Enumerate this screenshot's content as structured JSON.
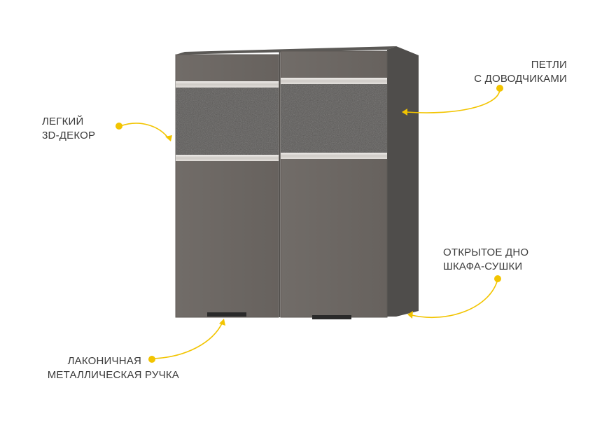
{
  "callouts": {
    "decor": {
      "lines": [
        "ЛЕГКИЙ",
        "3D-ДЕКОР"
      ]
    },
    "hinges": {
      "lines": [
        "ПЕТЛИ",
        "С ДОВОДЧИКАМИ"
      ]
    },
    "bottom": {
      "lines": [
        "ОТКРЫТОЕ ДНО",
        "ШКАФА-СУШКИ"
      ]
    },
    "handle": {
      "lines": [
        "ЛАКОНИЧНАЯ",
        "МЕТАЛЛИЧЕСКАЯ РУЧКА"
      ]
    }
  },
  "colors": {
    "accent": "#f2c400",
    "body_side": "#4f4d4b",
    "door": "#6d6864",
    "decor_panel": "#5a5856",
    "trim": "#d9d6d2",
    "handle": "#2a2a2a",
    "text": "#3a3a3a"
  }
}
